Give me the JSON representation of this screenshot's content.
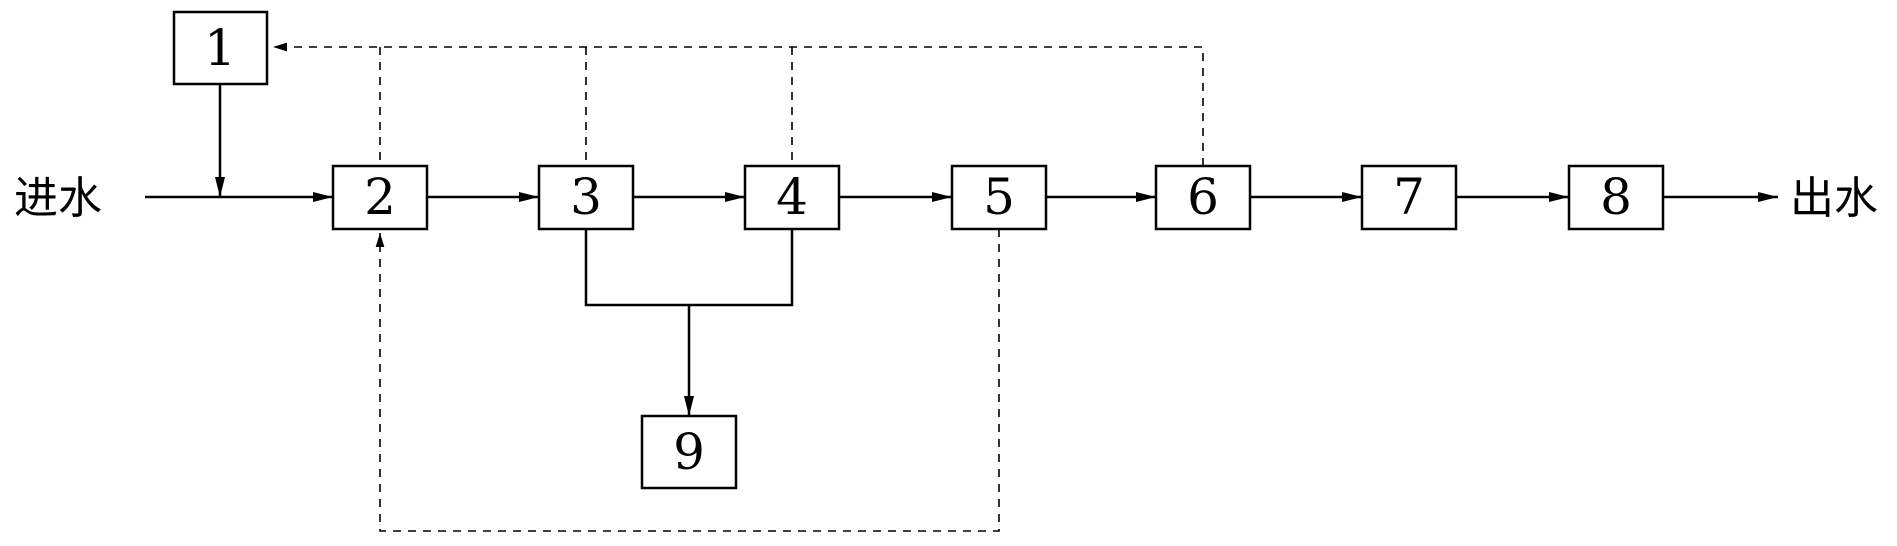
{
  "diagram": {
    "inlet_label": "进水",
    "outlet_label": "出水",
    "boxes": [
      {
        "id": "1",
        "label": "1"
      },
      {
        "id": "2",
        "label": "2"
      },
      {
        "id": "3",
        "label": "3"
      },
      {
        "id": "4",
        "label": "4"
      },
      {
        "id": "5",
        "label": "5"
      },
      {
        "id": "6",
        "label": "6"
      },
      {
        "id": "7",
        "label": "7"
      },
      {
        "id": "8",
        "label": "8"
      },
      {
        "id": "9",
        "label": "9"
      }
    ],
    "flows": [
      {
        "from": "inlet",
        "to": "2",
        "style": "solid"
      },
      {
        "from": "1",
        "to": "main-line",
        "style": "solid"
      },
      {
        "from": "2",
        "to": "3",
        "style": "solid"
      },
      {
        "from": "3",
        "to": "4",
        "style": "solid"
      },
      {
        "from": "4",
        "to": "5",
        "style": "solid"
      },
      {
        "from": "5",
        "to": "6",
        "style": "solid"
      },
      {
        "from": "6",
        "to": "7",
        "style": "solid"
      },
      {
        "from": "7",
        "to": "8",
        "style": "solid"
      },
      {
        "from": "8",
        "to": "outlet",
        "style": "solid"
      },
      {
        "from": "3",
        "to": "9",
        "style": "solid"
      },
      {
        "from": "4",
        "to": "9",
        "style": "solid"
      },
      {
        "from": "6",
        "to": "1",
        "style": "dashed"
      },
      {
        "from": "2",
        "to": "1",
        "style": "dashed"
      },
      {
        "from": "3",
        "to": "1",
        "style": "dashed"
      },
      {
        "from": "4",
        "to": "1",
        "style": "dashed"
      },
      {
        "from": "5",
        "to": "2",
        "style": "dashed"
      }
    ]
  }
}
